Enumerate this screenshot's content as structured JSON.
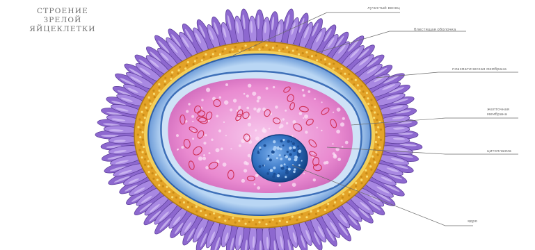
{
  "title": {
    "line1": "СТРОЕНИЕ",
    "line2": "ЗРЕЛОЙ",
    "line3": "ЯЙЦЕКЛЕТКИ"
  },
  "labels": [
    {
      "id": "label-1",
      "text": "лучистый венец"
    },
    {
      "id": "label-2",
      "text": "блестящая оболочка"
    },
    {
      "id": "label-3",
      "text": "плазматическая мембрана"
    },
    {
      "id": "label-4",
      "text": "желточная мембрана"
    },
    {
      "id": "label-5",
      "text": "цитоплазма"
    },
    {
      "id": "label-6",
      "text": "ядро"
    }
  ],
  "colors": {
    "corona": "#9a72d6",
    "corona_dark": "#6a48a8",
    "zona": "#e4a52a",
    "zona_light": "#f6d35a",
    "membrane": "#4a7fc6",
    "membrane_light": "#9fc3ea",
    "cytoplasm": "#e889cf",
    "cytoplasm_light": "#f6bfe8",
    "nucleus": "#2f6fc0",
    "organelle": "#d23a5a"
  }
}
